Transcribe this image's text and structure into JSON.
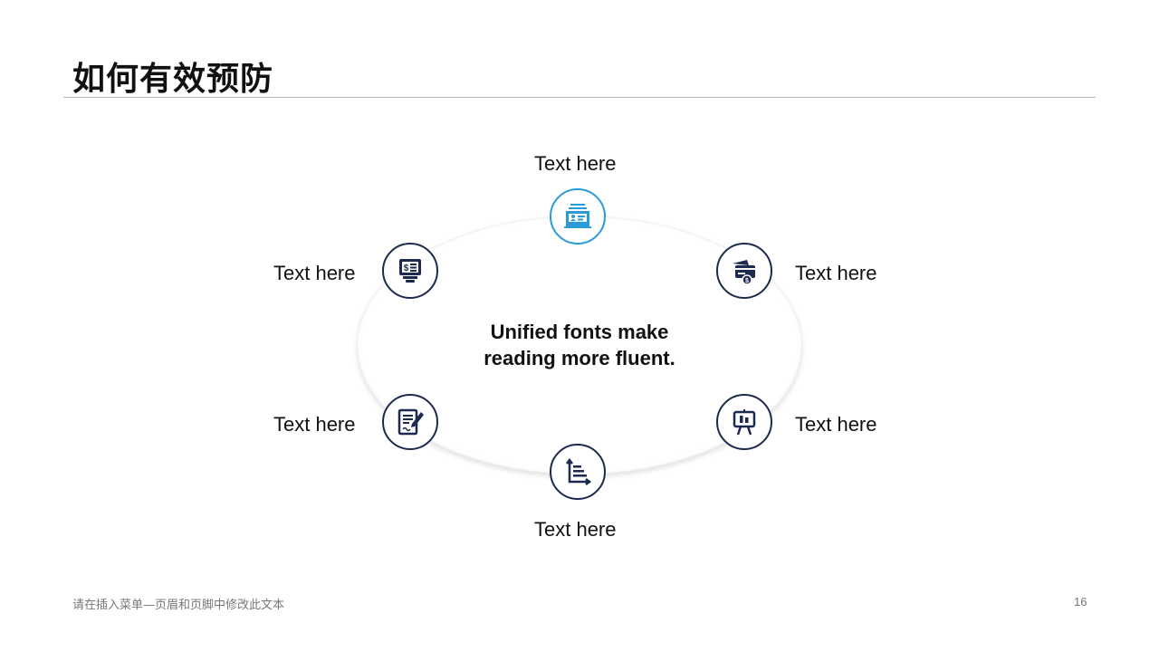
{
  "slide": {
    "title": "如何有效预防",
    "center_text_line1": "Unified fonts make",
    "center_text_line2": "reading more fluent.",
    "items": [
      {
        "label": "Text here",
        "icon": "id-card-tray-icon"
      },
      {
        "label": "Text here",
        "icon": "credit-card-dollar-icon"
      },
      {
        "label": "Text here",
        "icon": "presentation-board-icon"
      },
      {
        "label": "Text here",
        "icon": "bar-chart-axis-icon"
      },
      {
        "label": "Text here",
        "icon": "signed-document-icon"
      },
      {
        "label": "Text here",
        "icon": "atm-monitor-dollar-icon"
      }
    ],
    "footer_text": "请在插入菜单—页眉和页脚中修改此文本",
    "page_number": "16"
  },
  "colors": {
    "primary_dark": "#1b2a4e",
    "accent_blue": "#2a9ad8"
  }
}
